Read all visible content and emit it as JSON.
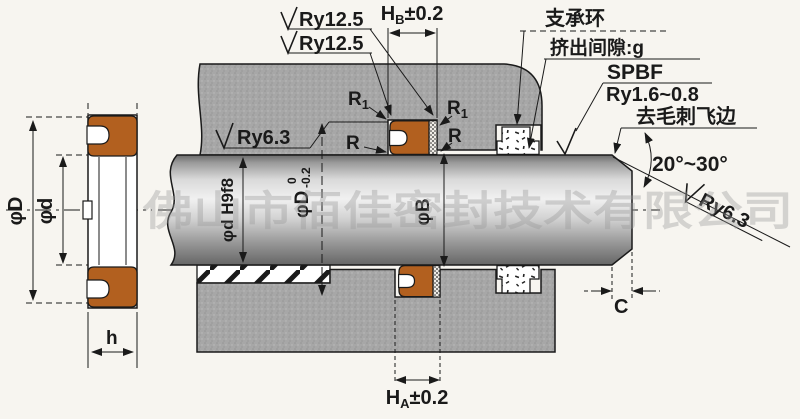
{
  "watermark": "佛山市佰佳密封技术有限公司",
  "labels": {
    "ry125_a": "Ry12.5",
    "ry125_b": "Ry12.5",
    "support_ring": "支承环",
    "extrusion_gap": "挤出间隙:g",
    "spbf": "SPBF",
    "ry16": "Ry1.6~0.8",
    "deburr": "去毛刺飞边",
    "angle": "20°~30°",
    "ry63_right": "Ry6.3",
    "ry63_left": "Ry6.3",
    "c": "C"
  },
  "dims": {
    "hb": {
      "letter": "H",
      "sub": "B",
      "tol": "±0.2"
    },
    "ha": {
      "letter": "H",
      "sub": "A",
      "tol": "±0.2"
    },
    "r1": {
      "letter": "R",
      "sub": "1"
    },
    "r": "R",
    "rod": "φd H9f8",
    "groove": {
      "main": "φD",
      "tol_up": "0",
      "tol_low": "-0.2"
    },
    "bore": "φB",
    "seal_od": "φD",
    "seal_id": "φd",
    "seal_width": "h"
  },
  "colors": {
    "line": "#1a1a1a",
    "seal": "#b2601f",
    "housing": "#a7a7a7",
    "background": "#f7f5f0",
    "watermark": "#9a9a9a"
  }
}
